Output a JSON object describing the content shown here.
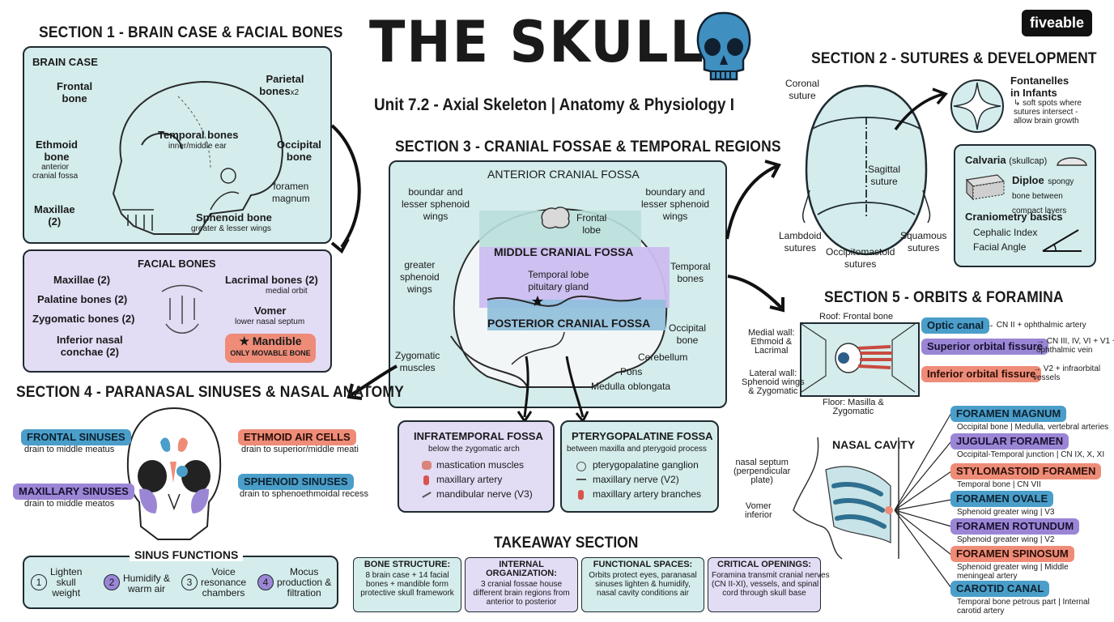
{
  "title": "THE SKULL",
  "subtitle": "Unit 7.2 - Axial Skeleton | Anatomy & Physiology I",
  "brand": "fiveable",
  "colors": {
    "teal": "#d4ecec",
    "lavender": "#e3dcf5",
    "blue": "#4a9ec9",
    "purple": "#9b86d6",
    "salmon": "#ee8c78",
    "skull": "#3f8fc0"
  },
  "s1": {
    "title": "SECTION 1 - BRAIN CASE & FACIAL BONES",
    "brain_case": {
      "heading": "BRAIN CASE",
      "frontal": "Frontal\nbone",
      "parietal": "Parietal\nbones",
      "parietal_x": "x2",
      "temporal": "Temporal bones",
      "temporal_sub": "inner/middle ear",
      "occipital": "Occipital\nbone",
      "ethmoid": "Ethmoid\nbone",
      "ethmoid_sub": "anterior\ncranial fossa",
      "foramen": "foramen\nmagnum",
      "maxillae": "Maxillae\n(2)",
      "sphenoid": "Sphenoid bone",
      "sphenoid_sub": "greater & lesser wings"
    },
    "facial": {
      "heading": "FACIAL BONES",
      "maxillae": "Maxillae (2)",
      "palatine": "Palatine bones (2)",
      "zygomatic": "Zygomatic bones (2)",
      "nasal": "Inferior nasal\nconchae (2)",
      "lacrimal": "Lacrimal bones (2)",
      "lacrimal_sub": "medial orbit",
      "vomer": "Vomer",
      "vomer_sub": "lower nasal septum",
      "mandible": "★ Mandible",
      "mandible_sub": "ONLY MOVABLE BONE"
    }
  },
  "s2": {
    "title": "SECTION 2 - SUTURES & DEVELOPMENT",
    "coronal": "Coronal\nsuture",
    "sagittal": "Sagittal\nsuture",
    "lambdoid": "Lambdoid\nsutures",
    "occipitomastoid": "Occipitomastoid\nsutures",
    "squamous": "Squamous\nsutures",
    "fontanelles": "Fontanelles\nin Infants",
    "fontanelles_sub": "↳ soft spots where\nsutures intersect -\nallow brain growth",
    "calvaria": "Calvaria",
    "calvaria_sub": "(skullcap)",
    "diploe": "Diploe",
    "diploe_sub": "spongy\nbone between\ncompact layers",
    "craniometry": "Craniometry basics",
    "cephalic": "Cephalic Index",
    "facial_angle": "Facial Angle"
  },
  "s3": {
    "title": "SECTION 3 - CRANIAL FOSSAE & TEMPORAL REGIONS",
    "anterior": "ANTERIOR CRANIAL FOSSA",
    "boundary_l": "boundar and\nlesser sphenoid\nwings",
    "boundary_r": "boundary and\nlesser sphenoid\nwings",
    "frontal_lobe": "Frontal\nlobe",
    "middle": "MIDDLE CRANIAL FOSSA",
    "greater": "greater\nsphenoid\nwings",
    "temporal_lobe": "Temporal lobe\npituitary gland",
    "temporal_bones": "Temporal\nbones",
    "posterior": "POSTERIOR CRANIAL FOSSA",
    "occipital": "Occipital\nbone",
    "zygomatic": "Zygomatic\nmuscles",
    "cerebellum": "Cerebellum",
    "pons": "Pons",
    "medulla": "Medulla oblongata",
    "infratemporal": {
      "heading": "INFRATEMPORAL FOSSA",
      "sub": "below the zygomatic arch",
      "items": [
        "mastication muscles",
        "maxillary artery",
        "mandibular nerve (V3)"
      ]
    },
    "pterygopalatine": {
      "heading": "PTERYGOPALATINE FOSSA",
      "sub": "between maxilla and pterygoid process",
      "items": [
        "pterygopalatine ganglion",
        "maxillary nerve (V2)",
        "maxillary artery branches"
      ]
    }
  },
  "s4": {
    "title": "SECTION 4 - PARANASAL SINUSES & NASAL ANATOMY",
    "frontal": "FRONTAL SINUSES",
    "frontal_sub": "drain to middle meatus",
    "maxillary": "MAXILLARY SINUSES",
    "maxillary_sub": "drain to middle meatos",
    "ethmoid": "ETHMOID AIR CELLS",
    "ethmoid_sub": "drain to superior/middle meati",
    "sphenoid": "SPHENOID SINUSES",
    "sphenoid_sub": "drain to sphenoethmoidal recess",
    "functions_heading": "SINUS FUNCTIONS",
    "functions": [
      {
        "n": "1",
        "t": "Lighten\nskull\nweight"
      },
      {
        "n": "2",
        "t": "Humidify &\nwarm air"
      },
      {
        "n": "3",
        "t": "Voice\nresonance\nchambers"
      },
      {
        "n": "4",
        "t": "Mocus\nproduction &\nfiltration"
      }
    ]
  },
  "s5": {
    "title": "SECTION 5 - ORBITS & FORAMINA",
    "roof": "Roof: Frontal bone",
    "medial": "Medial wall:\nEthmoid &\nLacrimal",
    "lateral": "Lateral wall:\nSphenoid wings\n& Zygomatic",
    "floor": "Floor: Masilla &\nZygomatic",
    "optic": "Optic canal",
    "optic_desc": "→ CN II + ophthalmic artery",
    "sof": "Superior orbital fissure",
    "sof_desc": "→ CN III, IV, VI + V1 +\nophthalmic vein",
    "iof": "Inferior orbital fissure",
    "iof_desc": "→ V2 + infraorbital\nvessels",
    "nasal_cavity": "NASAL CAVITY",
    "nasal_septum": "nasal septum\n(perpendicular\nplate)",
    "vomer": "Vomer\ninferior",
    "foramina": [
      {
        "name": "FORAMEN MAGNUM",
        "desc": "Occipital bone | Medulla, vertebral arteries",
        "color": "blue"
      },
      {
        "name": "JUGULAR FORAMEN",
        "desc": "Occipital-Temporal junction | CN IX, X, XI",
        "color": "purple"
      },
      {
        "name": "STYLOMASTOID FORAMEN",
        "desc": "Temporal bone | CN VII",
        "color": "salmon"
      },
      {
        "name": "FORAMEN OVALE",
        "desc": "Sphenoid greater wing | V3",
        "color": "blue"
      },
      {
        "name": "FORAMEN ROTUNDUM",
        "desc": "Sphenoid greater wing | V2",
        "color": "purple"
      },
      {
        "name": "FORAMEN SPINOSUM",
        "desc": "Sphenoid greater wing | Middle\nmeningeal artery",
        "color": "salmon"
      },
      {
        "name": "CAROTID CANAL",
        "desc": "Temporal bone petrous part | Internal\ncarotid artery",
        "color": "blue"
      }
    ]
  },
  "takeaway": {
    "heading": "TAKEAWAY SECTION",
    "boxes": [
      {
        "h": "BONE STRUCTURE:",
        "t": "8 brain case + 14 facial\nbones + mandible form\nprotective skull framework"
      },
      {
        "h": "INTERNAL ORGANIZATION:",
        "t": "3 cranial fossae house\ndifferent brain regions from\nanterior to posterior"
      },
      {
        "h": "FUNCTIONAL SPACES:",
        "t": "Orbits protect eyes, paranasal\nsinuses lighten & humidify,\nnasal cavity conditions air"
      },
      {
        "h": "CRITICAL OPENINGS:",
        "t": "Foramina transmit cranial nerves\n(CN II-XI), vessels, and spinal\ncord through skull base"
      }
    ]
  }
}
